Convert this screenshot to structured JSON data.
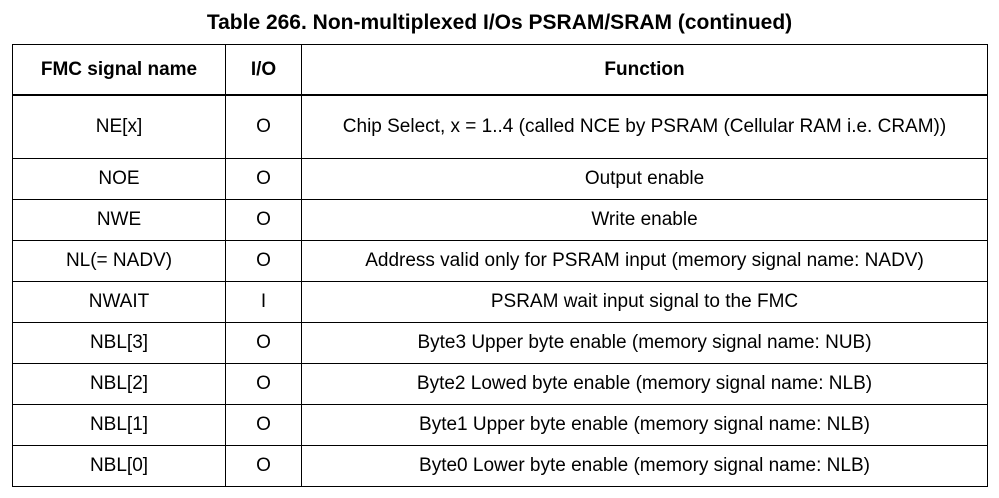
{
  "caption": "Table 266. Non-multiplexed I/Os PSRAM/SRAM (continued)",
  "table": {
    "headers": [
      "FMC signal name",
      "I/O",
      "Function"
    ],
    "rows": [
      [
        "NE[x]",
        "O",
        "Chip Select, x = 1..4 (called NCE by PSRAM (Cellular RAM i.e. CRAM))"
      ],
      [
        "NOE",
        "O",
        "Output enable"
      ],
      [
        "NWE",
        "O",
        "Write enable"
      ],
      [
        "NL(= NADV)",
        "O",
        "Address valid only for PSRAM input (memory signal name: NADV)"
      ],
      [
        "NWAIT",
        "I",
        "PSRAM wait input signal to the FMC"
      ],
      [
        "NBL[3]",
        "O",
        "Byte3 Upper byte enable (memory signal name: NUB)"
      ],
      [
        "NBL[2]",
        "O",
        "Byte2 Lowed byte enable (memory signal name: NLB)"
      ],
      [
        "NBL[1]",
        "O",
        "Byte1 Upper byte enable (memory signal name: NLB)"
      ],
      [
        "NBL[0]",
        "O",
        "Byte0 Lower byte enable (memory signal name: NLB)"
      ]
    ]
  }
}
